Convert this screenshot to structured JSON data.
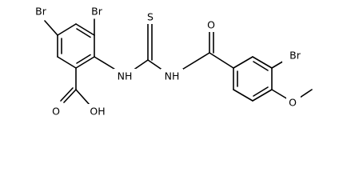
{
  "atom_labels": {
    "br_top_left": "Br",
    "br_top_center": "Br",
    "br_right": "Br",
    "sulfur": "S",
    "nh_left": "NH",
    "nh_right": "NH",
    "carbonyl_oxygen": "O",
    "methoxy_oxygen": "O",
    "carboxylic_acid_oxygen": "O",
    "carboxylic_acid_oh": "OH"
  },
  "colors": {
    "bonds": "#000000",
    "labels": "#000000",
    "background": "#ffffff"
  }
}
